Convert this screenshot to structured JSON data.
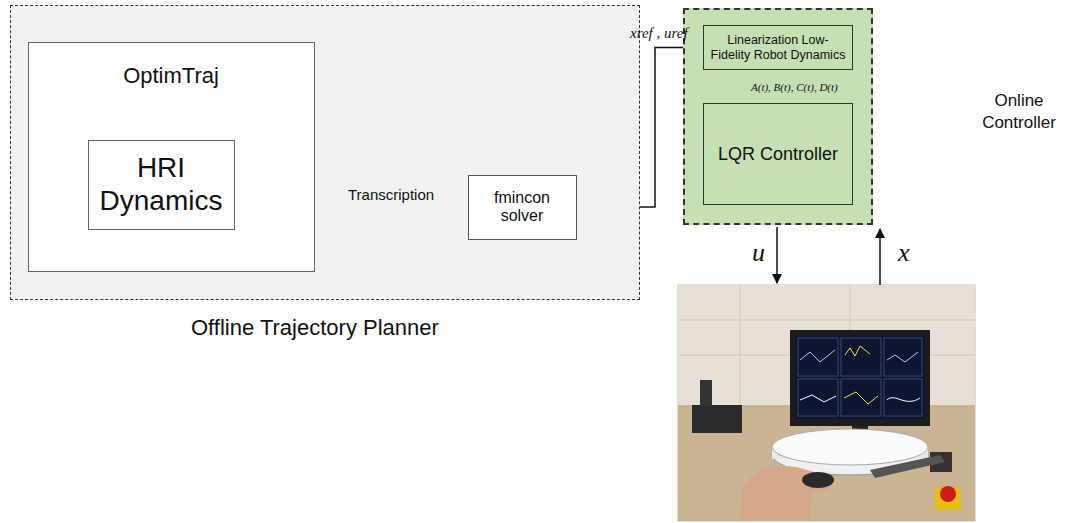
{
  "diagram": {
    "nodes": [
      {
        "text": [
          "Offline Trajectory Planner"
        ]
      },
      {
        "text": [
          "OptimTraj"
        ],
        "in": 0
      },
      {
        "text": [
          "HRI Dynamics"
        ],
        "in": 1
      },
      {
        "text": [
          "fmincon solver"
        ],
        "in": 0
      },
      {
        "text": [
          "Online Controller"
        ]
      },
      {
        "text": [
          "Linearization Low-Fidelity Robot Dynamics"
        ],
        "in": 4
      },
      {
        "text": [
          "LQR Controller"
        ],
        "in": 4
      }
    ],
    "edges": [
      {
        "from": 1,
        "to": 3,
        "label": "Transcription",
        "arrow": "to"
      },
      {
        "from": 3,
        "to": 5,
        "label": "xref , uref",
        "arrow": "to"
      },
      {
        "from": 5,
        "to": 6,
        "label": "A(t), B(t), C(t), D(t)",
        "arrow": "to"
      }
    ],
    "labels": [
      "u",
      "x"
    ]
  }
}
